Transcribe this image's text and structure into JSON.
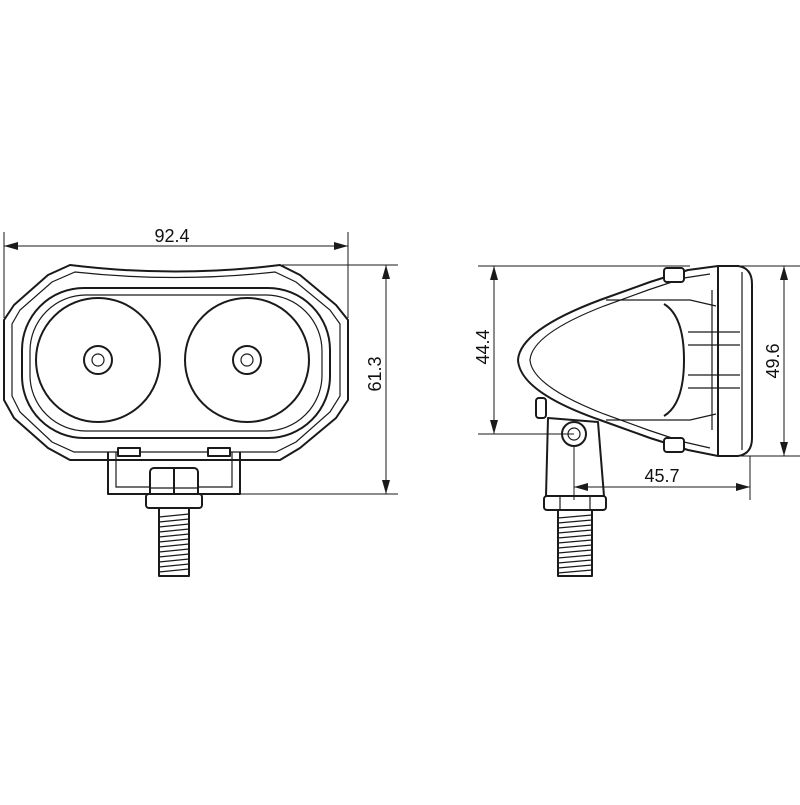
{
  "dimensions": {
    "front_width": "92.4",
    "front_height": "61.3",
    "side_height_inner": "44.4",
    "side_height_outer": "49.6",
    "side_depth": "45.7"
  },
  "colors": {
    "line": "#1a1a1a",
    "background": "#ffffff"
  }
}
